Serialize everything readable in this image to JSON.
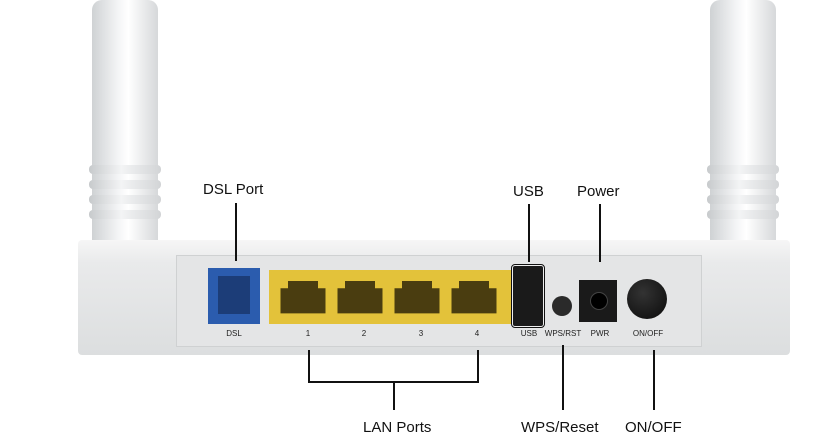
{
  "callouts": {
    "dsl": "DSL Port",
    "usb": "USB",
    "power": "Power",
    "lan": "LAN Ports",
    "wps": "WPS/Reset",
    "onoff": "ON/OFF"
  },
  "panel_labels": {
    "dsl": "DSL",
    "lan": [
      "1",
      "2",
      "3",
      "4"
    ],
    "usb": "USB",
    "wps": "WPS/RST",
    "pwr": "PWR",
    "onoff": "ON/OFF"
  },
  "colors": {
    "dsl_port": "#2b5cae",
    "lan_block": "#e3c23a"
  }
}
